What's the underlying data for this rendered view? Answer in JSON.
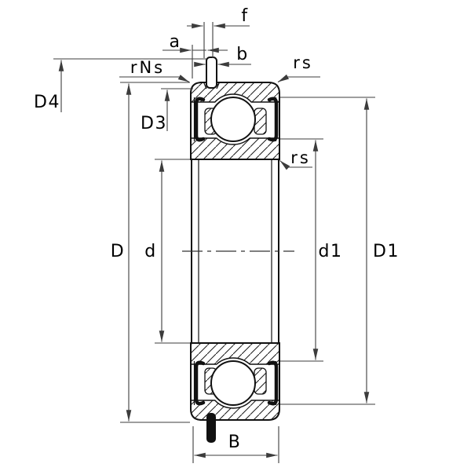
{
  "drawing": {
    "type": "bearing-cross-section-technical-drawing",
    "background": "#ffffff",
    "part_line_color": "#111111",
    "dimension_line_color": "#3c3c3c",
    "snap_ring_fill": "#111111",
    "labels": {
      "f": "f",
      "a": "a",
      "b": "b",
      "rns": "rNs",
      "rs_top": "rs",
      "rs_mid": "rs",
      "d4": "D4",
      "d3": "D3",
      "outer_diameter": "D",
      "bore_diameter": "d",
      "shoulder_diameter": "d1",
      "recess_diameter": "D1",
      "width": "B"
    }
  }
}
